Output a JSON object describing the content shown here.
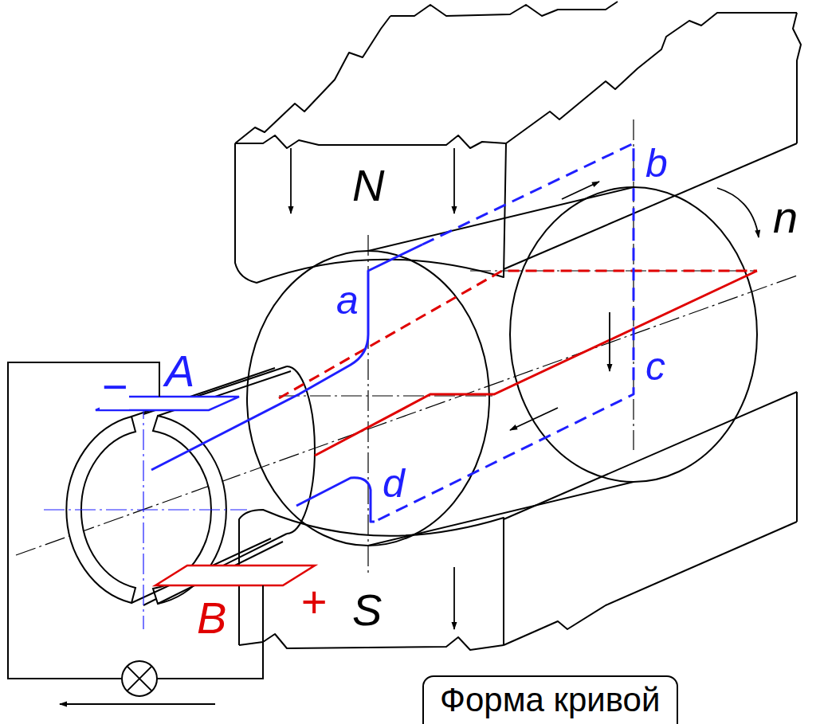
{
  "diagram": {
    "nodes": [
      {
        "text": [
          "Форма кривой"
        ]
      }
    ],
    "labels": [
      "N",
      "S",
      "a",
      "b",
      "c",
      "d",
      "n",
      "A",
      "B",
      "−",
      "+"
    ]
  }
}
